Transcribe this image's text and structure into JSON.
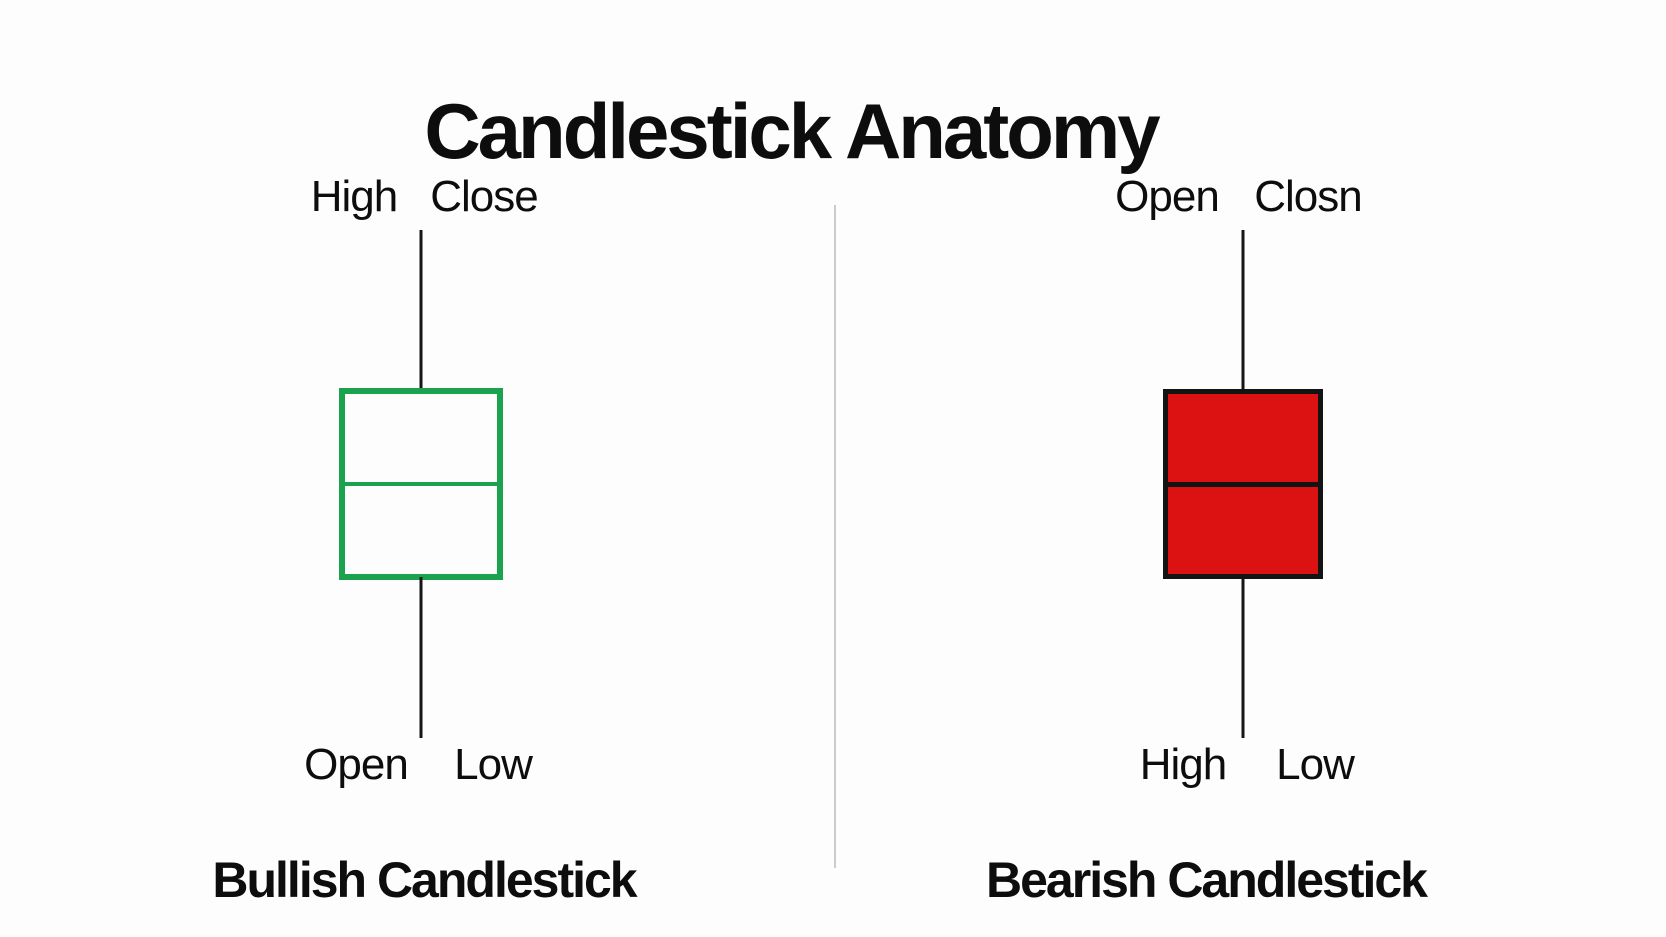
{
  "title": "Candlestick Anatomy",
  "colors": {
    "bullish_green": "#1aa24e",
    "bearish_red": "#dc1111",
    "wick_black": "#151515",
    "text_black": "#0d0d0d",
    "divider_gray": "#cccccc",
    "background": "#fdfdfd"
  },
  "bullish": {
    "top_labels": [
      "High",
      "Close"
    ],
    "bottom_labels": [
      "Open",
      "Low"
    ],
    "caption": "Bullish Candlestick"
  },
  "bearish": {
    "top_labels": [
      "Open",
      "Closn"
    ],
    "bottom_labels": [
      "High",
      "Low"
    ],
    "caption": "Bearish Candlestick"
  }
}
